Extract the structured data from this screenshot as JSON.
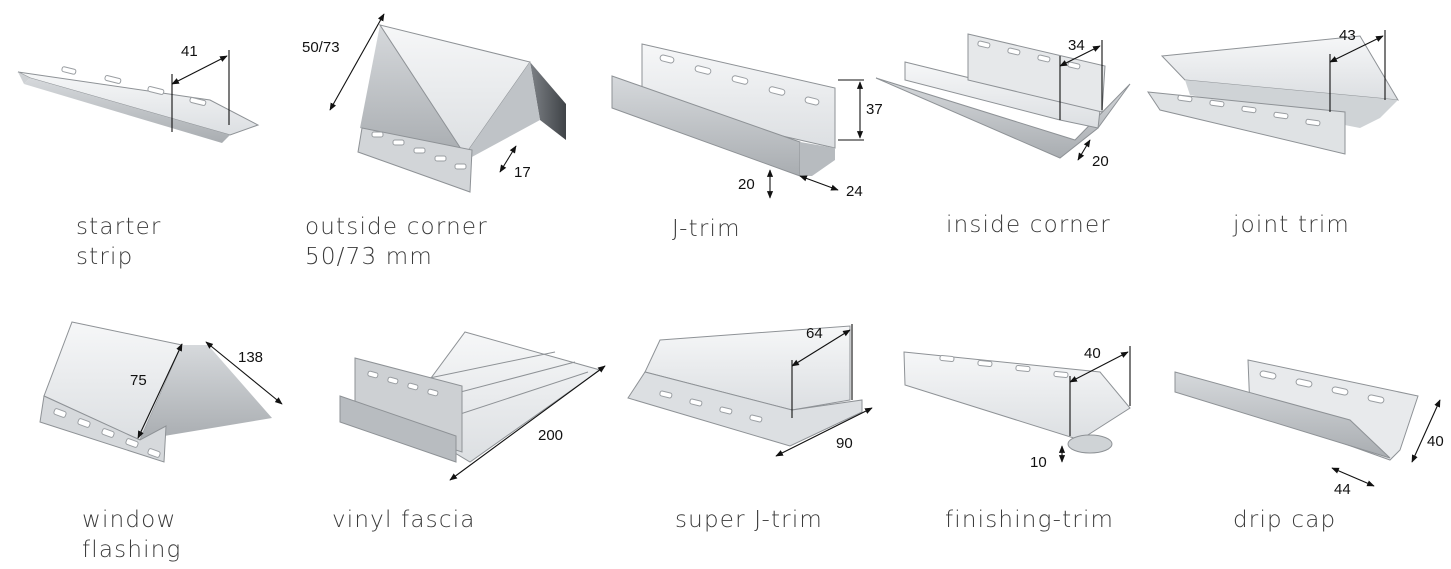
{
  "profiles": [
    {
      "id": "starter-strip",
      "caption": [
        "starter",
        "strip"
      ],
      "dimensions": [
        "41"
      ]
    },
    {
      "id": "outside-corner",
      "caption": [
        "outside corner",
        "50/73 mm"
      ],
      "dimensions": [
        "50/73",
        "17"
      ]
    },
    {
      "id": "j-trim",
      "caption": [
        "J-trim"
      ],
      "dimensions": [
        "37",
        "20",
        "24"
      ]
    },
    {
      "id": "inside-corner",
      "caption": [
        "inside corner"
      ],
      "dimensions": [
        "34",
        "20"
      ]
    },
    {
      "id": "joint-trim",
      "caption": [
        "joint trim"
      ],
      "dimensions": [
        "43"
      ]
    },
    {
      "id": "window-flashing",
      "caption": [
        "window",
        "flashing"
      ],
      "dimensions": [
        "75",
        "138"
      ]
    },
    {
      "id": "vinyl-fascia",
      "caption": [
        "vinyl fascia"
      ],
      "dimensions": [
        "200"
      ]
    },
    {
      "id": "super-j-trim",
      "caption": [
        "super J-trim"
      ],
      "dimensions": [
        "64",
        "90"
      ]
    },
    {
      "id": "finishing-trim",
      "caption": [
        "finishing-trim"
      ],
      "dimensions": [
        "40",
        "10"
      ]
    },
    {
      "id": "drip-cap",
      "caption": [
        "drip cap"
      ],
      "dimensions": [
        "40",
        "44"
      ]
    }
  ],
  "colors": {
    "profile_face": "#eceef0",
    "profile_shadow": "#c9ccd0",
    "dim_line": "#111111",
    "caption": "#3a3a3a"
  }
}
